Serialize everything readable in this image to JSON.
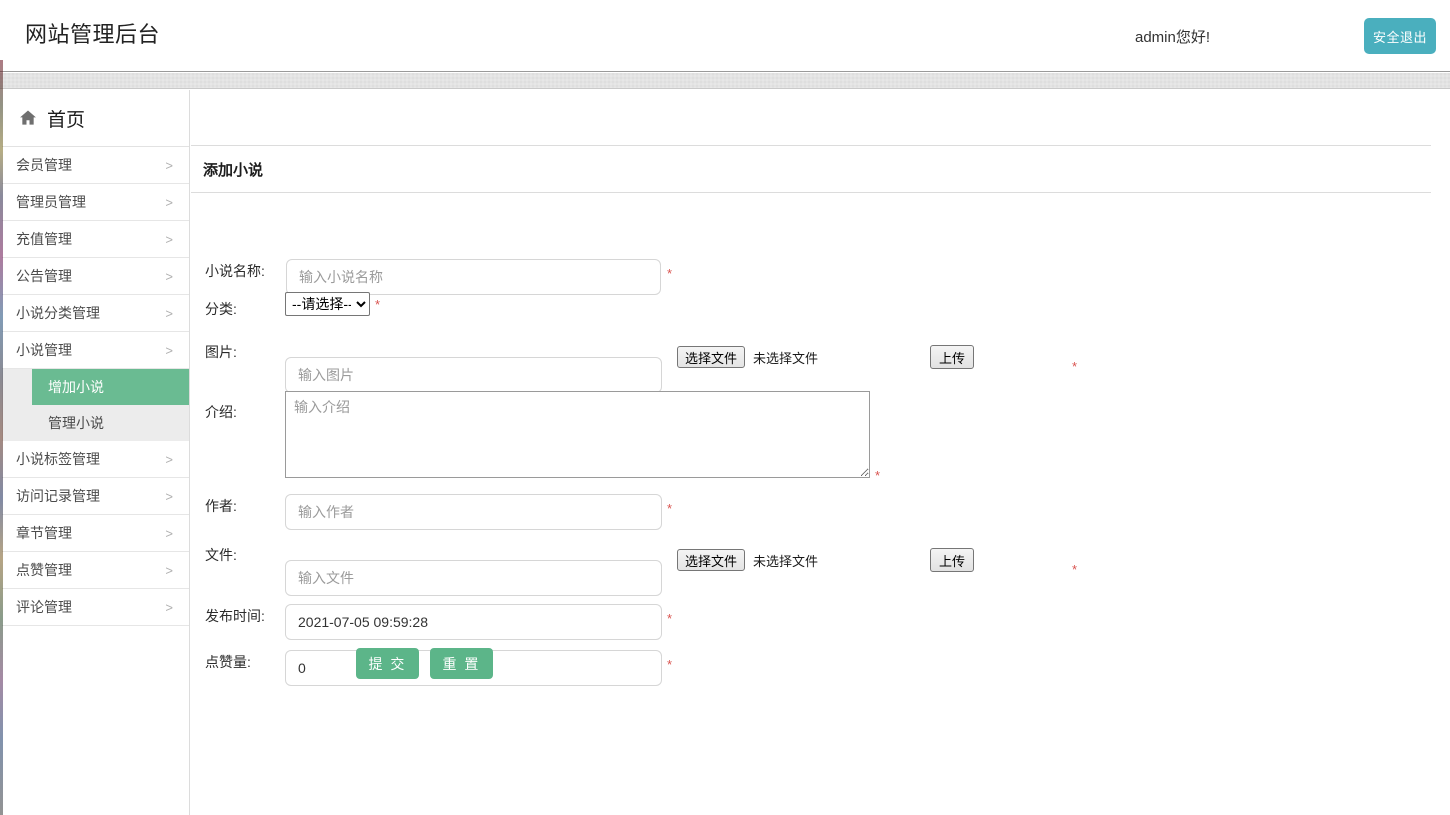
{
  "header": {
    "brand": "网站管理后台",
    "greeting": "admin您好!",
    "logout_label": "安全退出",
    "logout_color": "#4aafbe"
  },
  "sidebar": {
    "home": {
      "label": "首页",
      "icon": "home-icon"
    },
    "items": [
      {
        "label": "会员管理",
        "chevron": ">"
      },
      {
        "label": "管理员管理",
        "chevron": ">"
      },
      {
        "label": "充值管理",
        "chevron": ">"
      },
      {
        "label": "公告管理",
        "chevron": ">"
      },
      {
        "label": "小说分类管理",
        "chevron": ">"
      },
      {
        "label": "小说管理",
        "chevron": ">"
      }
    ],
    "submenu": [
      {
        "label": "增加小说",
        "active": true
      },
      {
        "label": "管理小说",
        "active": false
      }
    ],
    "items_after": [
      {
        "label": "小说标签管理",
        "chevron": ">"
      },
      {
        "label": "访问记录管理",
        "chevron": ">"
      },
      {
        "label": "章节管理",
        "chevron": ">"
      },
      {
        "label": "点赞管理",
        "chevron": ">"
      },
      {
        "label": "评论管理",
        "chevron": ">"
      }
    ],
    "active_color": "#6abb92",
    "submenu_bg": "#ececec"
  },
  "panel": {
    "title": "添加小说"
  },
  "form": {
    "required_mark": "*",
    "name": {
      "label": "小说名称:",
      "placeholder": "输入小说名称",
      "value": ""
    },
    "category": {
      "label": "分类:",
      "selected": "--请选择--",
      "options": [
        "--请选择--"
      ]
    },
    "image": {
      "label": "图片:",
      "placeholder": "输入图片",
      "value": "",
      "choose_label": "选择文件",
      "file_status": "未选择文件",
      "upload_label": "上传"
    },
    "intro": {
      "label": "介绍:",
      "placeholder": "输入介绍",
      "value": ""
    },
    "author": {
      "label": "作者:",
      "placeholder": "输入作者",
      "value": ""
    },
    "file": {
      "label": "文件:",
      "placeholder": "输入文件",
      "value": "",
      "choose_label": "选择文件",
      "file_status": "未选择文件",
      "upload_label": "上传"
    },
    "publish": {
      "label": "发布时间:",
      "value": "2021-07-05 09:59:28"
    },
    "likes": {
      "label": "点赞量:",
      "value": "0"
    },
    "submit_label": "提 交",
    "reset_label": "重 置",
    "button_color": "#5cb589"
  }
}
